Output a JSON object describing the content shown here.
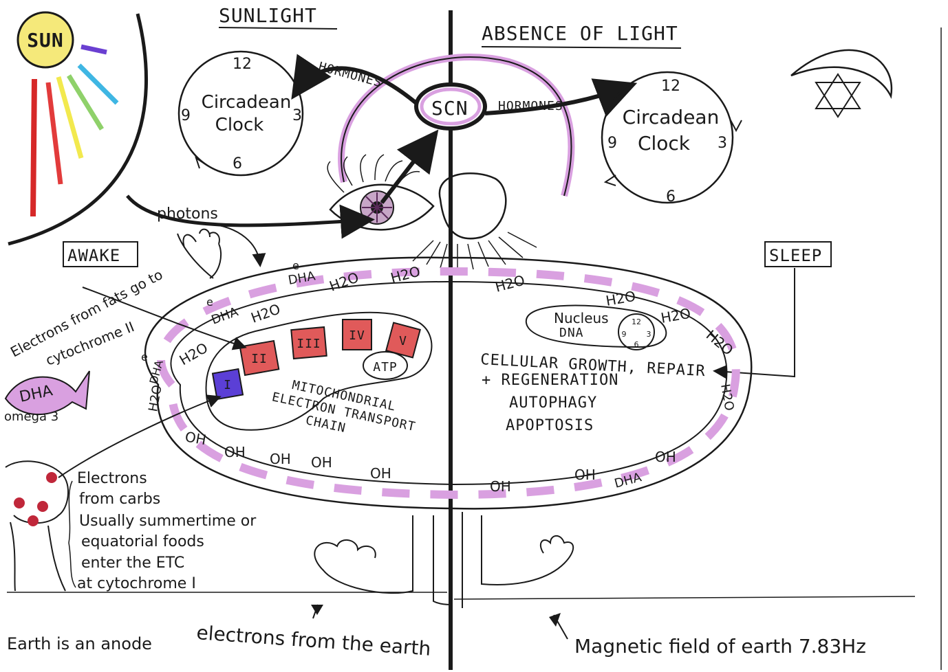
{
  "headers": {
    "left": "SUNLIGHT",
    "right": "ABSENCE OF LIGHT"
  },
  "sun": {
    "label": "SUN",
    "ray_colors": [
      "#d62828",
      "#e23b3b",
      "#f2e94e",
      "#8fd16a",
      "#3fb6e3",
      "#6a3fd1"
    ]
  },
  "clock_left": {
    "title_line1": "Circadean",
    "title_line2": "Clock",
    "n12": "12",
    "n3": "3",
    "n6": "6",
    "n9": "9"
  },
  "clock_right": {
    "title_line1": "Circadean",
    "title_line2": "Clock",
    "n12": "12",
    "n3": "3",
    "n6": "6",
    "n9": "9"
  },
  "hormones_left": "HORMONES",
  "hormones_right": "HORMONES",
  "scn": "SCN",
  "photons": "photons",
  "awake": "AWAKE",
  "sleep": "SLEEP",
  "membrane": {
    "dha": "DHA",
    "e": "e",
    "h2o": "H2O",
    "oh": "OH"
  },
  "fats_note_line1": "Electrons from fats go to",
  "fats_note_line2": "cytochrome II",
  "fish": {
    "label": "DHA",
    "omega": "omega 3"
  },
  "etc": {
    "complex_i": "I",
    "complex_ii": "II",
    "complex_iii": "III",
    "complex_iv": "IV",
    "complex_v": "V",
    "atp": "ATP",
    "label_line1": "MITOCHONDRIAL",
    "label_line2": "ELECTRON TRANSPORT",
    "label_line3": "CHAIN"
  },
  "nucleus": {
    "label_line1": "Nucleus",
    "label_line2": "DNA",
    "n12": "12",
    "n3": "3",
    "n6": "6",
    "n9": "9"
  },
  "sleep_processes": {
    "line1": "CELLULAR GROWTH, REPAIR",
    "line2": "+ REGENERATION",
    "line3": "AUTOPHAGY",
    "line4": "APOPTOSIS"
  },
  "carbs_note": [
    "Electrons",
    "from carbs",
    "Usually summertime or",
    "equatorial foods",
    "enter the ETC",
    "at cytochrome I"
  ],
  "footer": {
    "anode": "Earth is an anode",
    "earth_electrons": "electrons from the earth",
    "magnetic": "Magnetic field of earth 7.83Hz"
  },
  "colors": {
    "ink": "#1a1a1a",
    "pink": "#d9a0e0",
    "magenta": "#b44dbf",
    "complex_red": "#e05a5a",
    "complex_purple": "#5b3fd6",
    "sun_yellow": "#f5e97a"
  }
}
